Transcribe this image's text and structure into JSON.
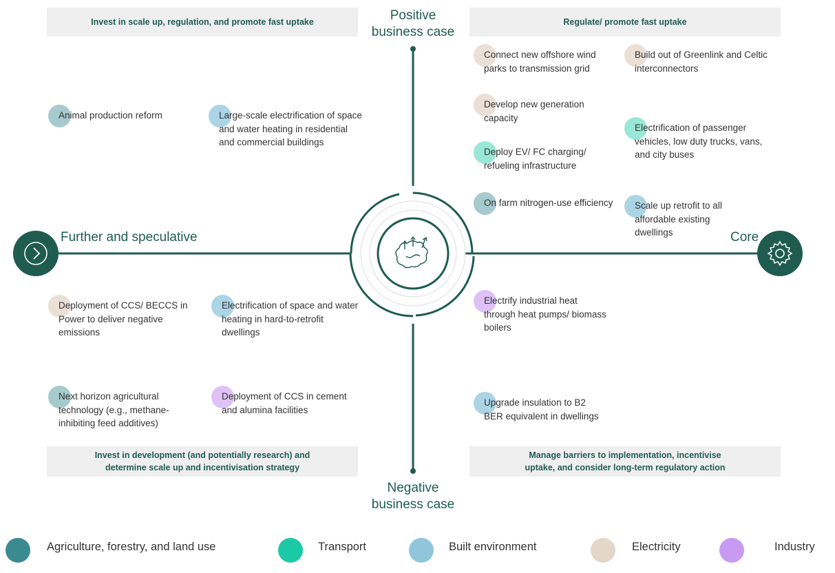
{
  "colors": {
    "agriculture": "#3a8a90",
    "transport": "#1cc9a6",
    "built": "#8fc6dc",
    "electricity": "#e4d6c8",
    "industry": "#c89af2",
    "axis": "#1f5c4f"
  },
  "banners": {
    "top_left": "Invest in scale up, regulation, and promote fast uptake",
    "top_right": "Regulate/ promote fast uptake",
    "bottom_left_1": "Invest in development (and potentially research) and",
    "bottom_left_2": "determine scale up and incentivisation strategy",
    "bottom_right_1": "Manage barriers to implementation, incentivise",
    "bottom_right_2": "uptake, and consider long-term regulatory action"
  },
  "axes": {
    "top_1": "Positive",
    "top_2": "business case",
    "bottom_1": "Negative",
    "bottom_2": "business case",
    "left": "Further and speculative",
    "right": "Core"
  },
  "icons": {
    "left": "chevron-right-icon",
    "right": "gear-icon",
    "center": "brain-growth-icon"
  },
  "items": {
    "animal": "Animal production reform",
    "large_scale": "Large-scale electrification of space and water heating in residential and commercial buildings",
    "offshore": "Connect new offshore wind parks to transmission grid",
    "greenlink": "Build out of Greenlink and Celtic interconnectors",
    "generation": "Develop new generation capacity",
    "passenger": "Electrification of passenger vehicles, low duty trucks, vans, and city buses",
    "ev": "Deploy EV/ FC charging/ refueling infrastructure",
    "nitrogen": "On farm nitrogen-use efficiency",
    "retrofit": "Scale up retrofit to all affordable existing dwellings",
    "ccs_power": "Deployment of CCS/ BECCS in Power to deliver negative emissions",
    "hard_retrofit": "Electrification of space and water heating in hard-to-retrofit dwellings",
    "industrial_heat": "Electrify industrial heat through heat pumps/ biomass boilers",
    "next_horizon": "Next horizon agricultural technology (e.g., methane-inhibiting feed additives)",
    "ccs_cement": "Deployment of CCS in cement and alumina facilities",
    "insulation": "Upgrade insulation to B2 BER equivalent in dwellings"
  },
  "legend": {
    "agriculture": "Agriculture, forestry, and land use",
    "transport": "Transport",
    "built": "Built environment",
    "electricity": "Electricity",
    "industry": "Industry"
  }
}
